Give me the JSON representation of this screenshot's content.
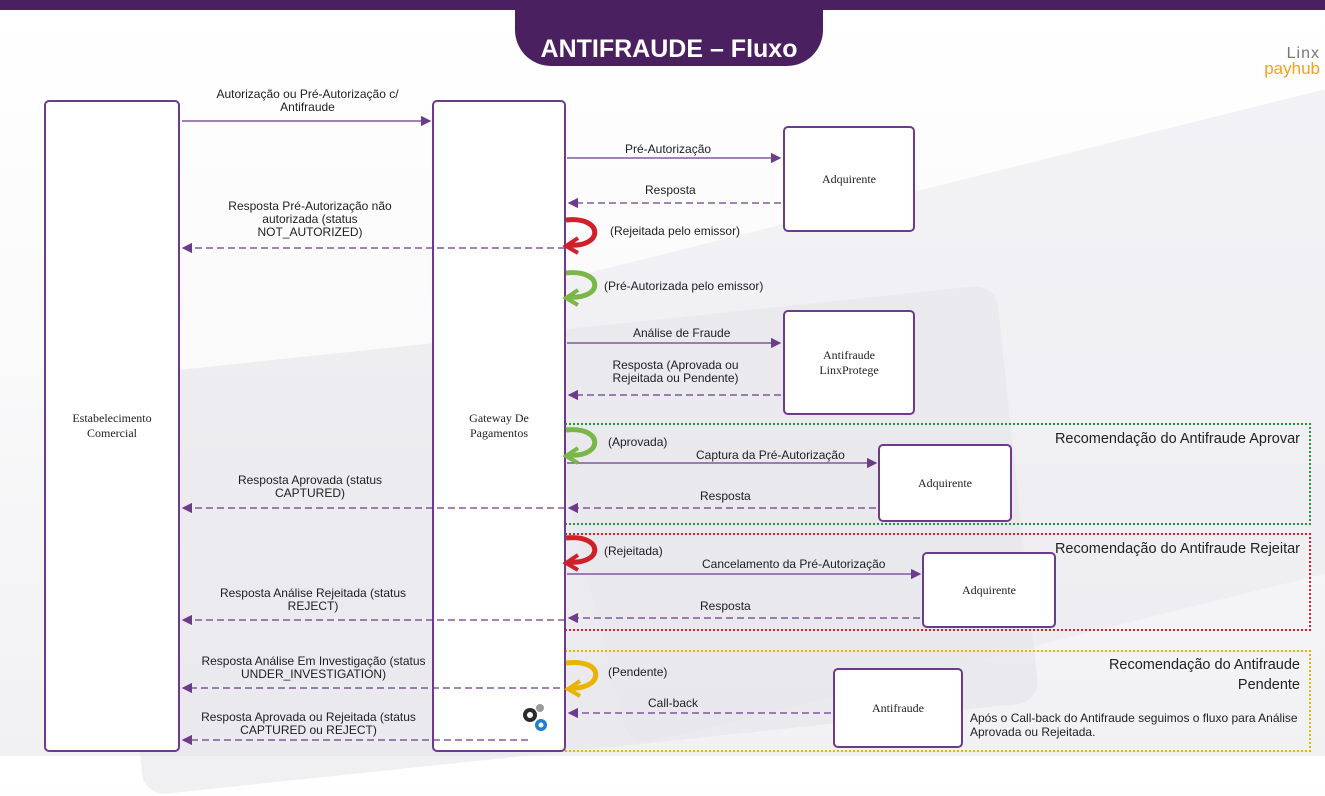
{
  "title": "ANTIFRAUDE – Fluxo",
  "logo": {
    "line1": "Linx",
    "line2": "payhub"
  },
  "colors": {
    "frame": "#4b2061",
    "box_border": "#6e3a8c",
    "arrow": "#6e3a8c",
    "approve": "#1f9a3a",
    "reject": "#d0202a",
    "pending": "#e8b400"
  },
  "participants": {
    "merchant": "Estabelecimento Comercial",
    "gateway": "Gateway De Pagamentos",
    "acquirer_1": "Adquirente",
    "antifraud_1": "Antifraude LinxProtege",
    "acquirer_2": "Adquirente",
    "acquirer_3": "Adquirente",
    "antifraud_2": "Antifraude"
  },
  "messages": {
    "auth_request": "Autorização ou Pré-Autorização c/ Antifraude",
    "pre_auth": "Pré-Autorização",
    "pre_auth_response": "Resposta",
    "not_authorized_response": "Resposta Pré-Autorização não autorizada (status NOT_AUTORIZED)",
    "rejected_by_issuer": "(Rejeitada pelo emissor)",
    "pre_authorized_by_issuer": "(Pré-Autorizada pelo emissor)",
    "fraud_analysis": "Análise de Fraude",
    "fraud_response": "Resposta (Aprovada ou Rejeitada ou Pendente)",
    "approved": "(Aprovada)",
    "capture": "Captura da Pré-Autorização",
    "capture_response": "Resposta",
    "approved_response": "Resposta Aprovada (status CAPTURED)",
    "rejected": "(Rejeitada)",
    "cancel": "Cancelamento da Pré-Autorização",
    "cancel_response": "Resposta",
    "rejected_response": "Resposta  Análise Rejeitada (status REJECT)",
    "pending": "(Pendente)",
    "investigation_response": "Resposta Análise Em Investigação (status UNDER_INVESTIGATION)",
    "callback": "Call-back",
    "final_response": "Resposta  Aprovada ou Rejeitada (status CAPTURED ou REJECT)"
  },
  "recommendations": {
    "approve": "Recomendação do Antifraude Aprovar",
    "reject": "Recomendação do Antifraude Rejeitar",
    "pending": "Recomendação do Antifraude Pendente"
  },
  "pending_note": "Após o Call-back do Antifraude seguimos o fluxo para Análise Aprovada ou Rejeitada."
}
